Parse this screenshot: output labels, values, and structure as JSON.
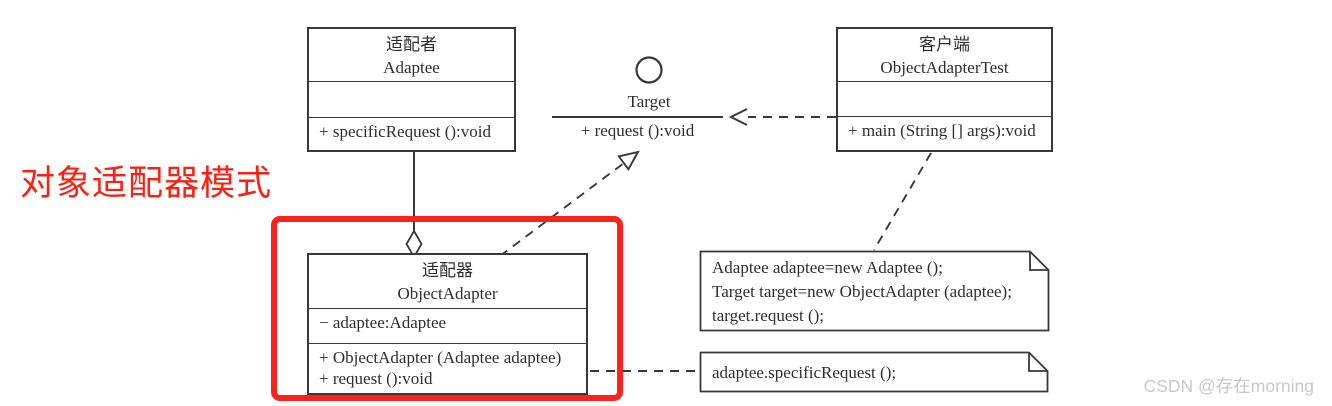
{
  "page": {
    "heading": "对象适配器模式",
    "watermark": "CSDN @存在morning"
  },
  "colors": {
    "highlight_red": "#f8231a",
    "diagram_line": "#383838",
    "watermark_gray": "#c9c8c6"
  },
  "diagram": {
    "adaptee_class": {
      "title_cn": "适配者",
      "title_en": "Adaptee",
      "method_1": "+ specificRequest ():void"
    },
    "target_interface": {
      "name": "Target",
      "method_1": "+ request ():void"
    },
    "client_class": {
      "title_cn": "客户端",
      "title_en": "ObjectAdapterTest",
      "method_1": "+ main (String [] args):void"
    },
    "adapter_class": {
      "title_cn": "适配器",
      "title_en": "ObjectAdapter",
      "attribute_1": "− adaptee:Adaptee",
      "method_1": "+ ObjectAdapter (Adaptee adaptee)",
      "method_2": "+ request ():void"
    },
    "note_client_code": {
      "line_1": "Adaptee adaptee=new Adaptee ();",
      "line_2": "Target target=new ObjectAdapter (adaptee);",
      "line_3": "target.request ();"
    },
    "note_request_code": {
      "line_1": "adaptee.specificRequest ();"
    }
  }
}
